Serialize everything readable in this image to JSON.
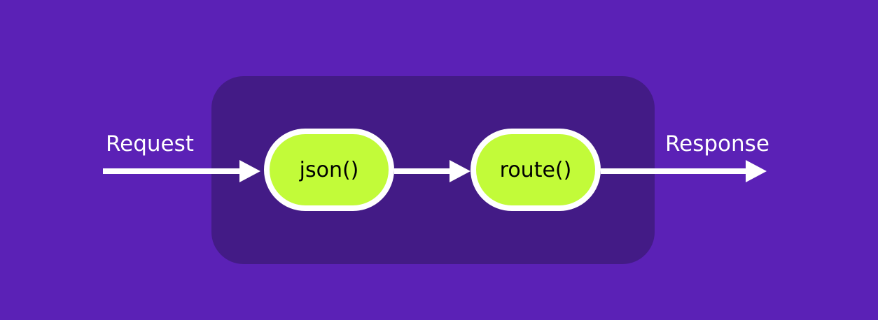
{
  "colors": {
    "background": "#5b21b6",
    "pipeline_box": "#431b86",
    "arrow": "#ffffff",
    "node_fill": "#c2fb39",
    "node_border": "#ffffff",
    "node_text": "#000000",
    "label_text": "#ffffff"
  },
  "input": {
    "label": "Request"
  },
  "output": {
    "label": "Response"
  },
  "nodes": [
    {
      "label": "json()"
    },
    {
      "label": "route()"
    }
  ]
}
